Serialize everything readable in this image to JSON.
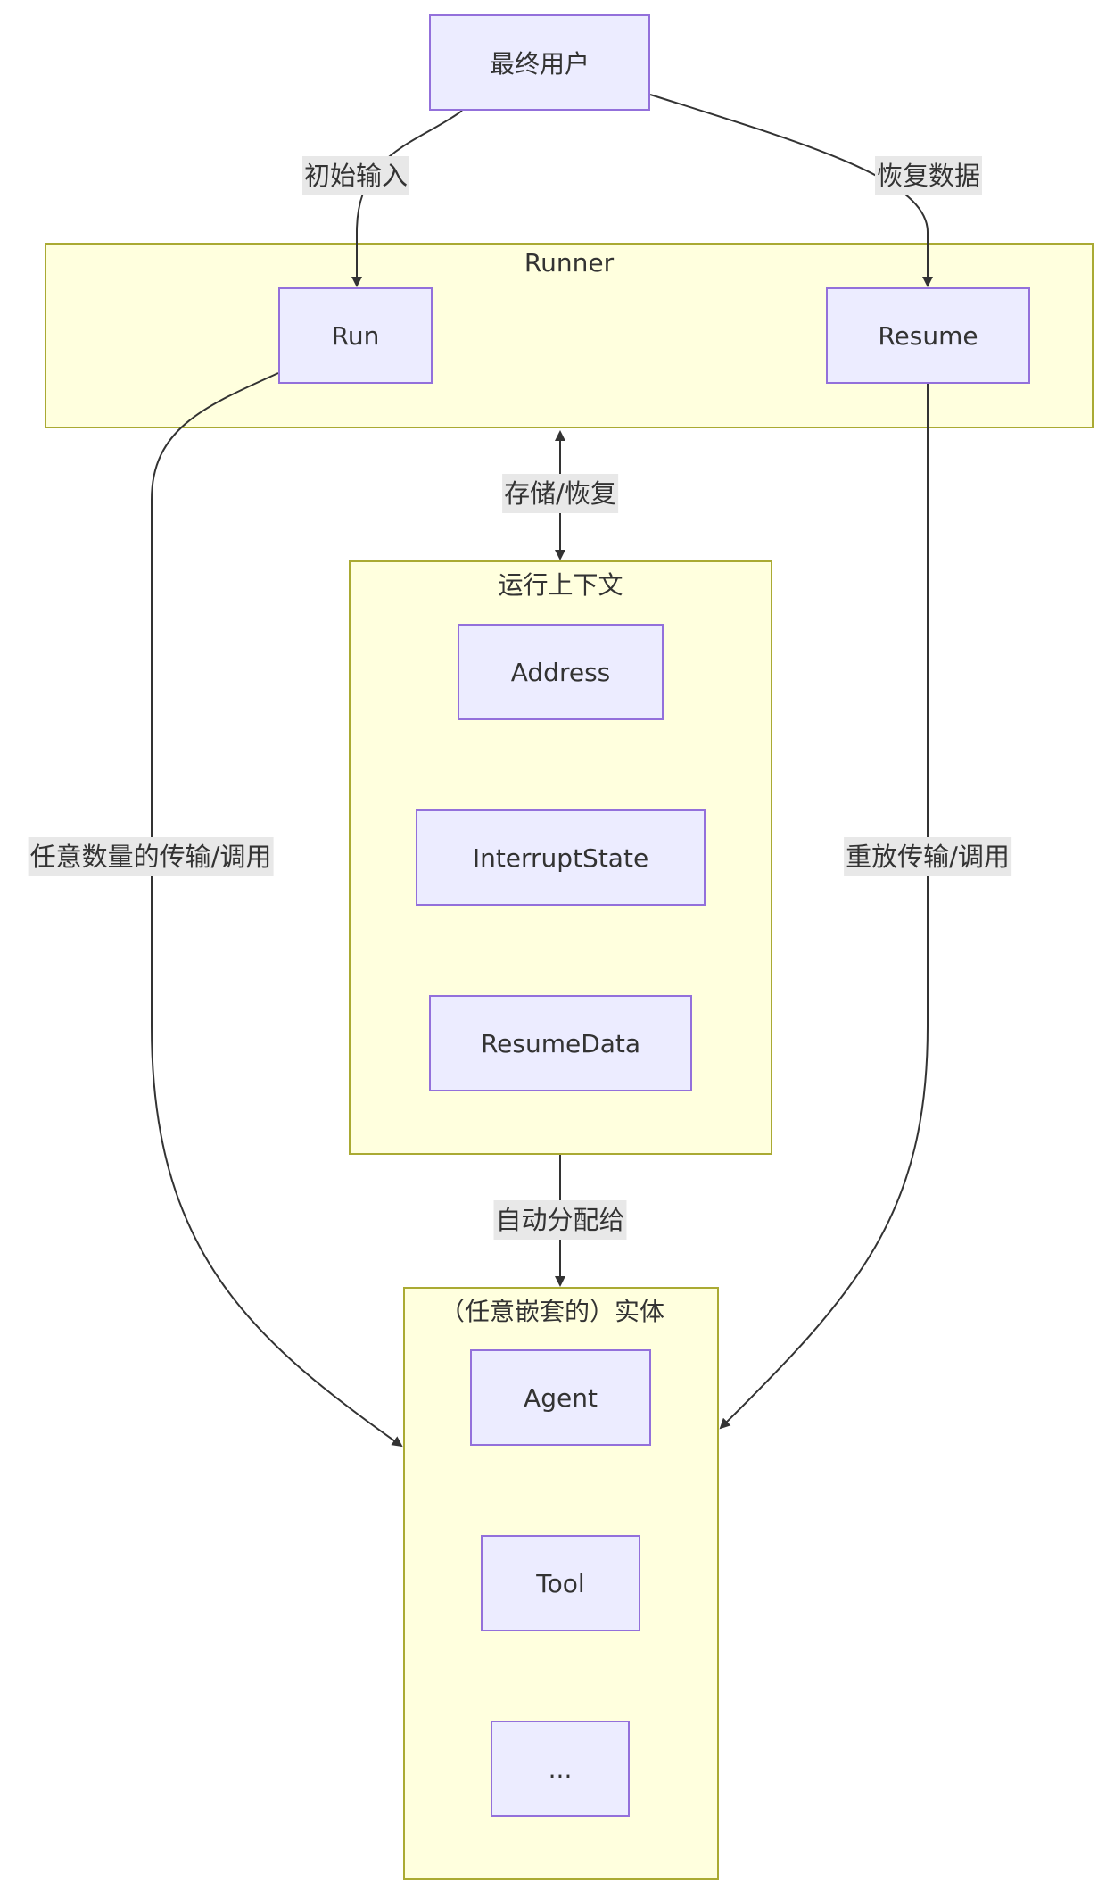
{
  "diagram": {
    "type": "flowchart",
    "colors": {
      "node_fill": "#ececff",
      "node_border": "#9370db",
      "cluster_fill": "#ffffde",
      "cluster_border": "#aaaa33",
      "edge": "#333333",
      "edge_label_bg": "#e8e8e8"
    },
    "nodes": {
      "end_user": "最终用户",
      "run": "Run",
      "resume": "Resume",
      "address": "Address",
      "interrupt_state": "InterruptState",
      "resume_data": "ResumeData",
      "agent": "Agent",
      "tool": "Tool",
      "ellipsis": "..."
    },
    "clusters": {
      "runner": "Runner",
      "run_context": "运行上下文",
      "entities": "（任意嵌套的）实体"
    },
    "edges": [
      {
        "from": "end_user",
        "to": "run",
        "label": "初始输入"
      },
      {
        "from": "end_user",
        "to": "resume",
        "label": "恢复数据"
      },
      {
        "from": "runner",
        "to": "run_context",
        "label": "存储/恢复",
        "bidirectional": true
      },
      {
        "from": "run",
        "to": "entities",
        "label": "任意数量的传输/调用"
      },
      {
        "from": "resume",
        "to": "entities",
        "label": "重放传输/调用"
      },
      {
        "from": "run_context",
        "to": "entities",
        "label": "自动分配给"
      }
    ]
  }
}
